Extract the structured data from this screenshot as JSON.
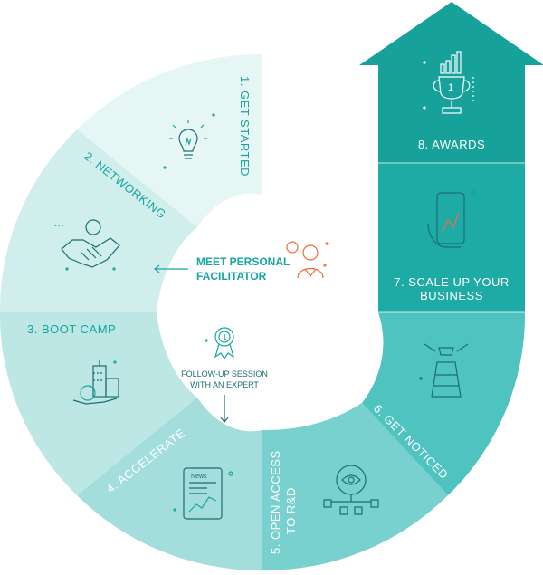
{
  "steps": [
    {
      "label": "1. GET STARTED",
      "icon": "lightbulb-icon"
    },
    {
      "label": "2. NETWORKING",
      "icon": "handshake-icon"
    },
    {
      "label": "3. BOOT CAMP",
      "icon": "city-money-icon"
    },
    {
      "label": "4. ACCELERATE",
      "icon": "news-tablet-icon"
    },
    {
      "label": "5. OPEN ACCESS",
      "label2": "TO R&D",
      "icon": "eye-network-icon"
    },
    {
      "label": "6. GET NOTICED",
      "icon": "lighthouse-icon"
    },
    {
      "label": "7. SCALE UP YOUR",
      "label2": "BUSINESS",
      "icon": "phone-growth-icon"
    },
    {
      "label": "8. AWARDS",
      "icon": "trophy-icon"
    }
  ],
  "center": {
    "facilitator_line1": "MEET PERSONAL",
    "facilitator_line2": "FACILITATOR",
    "followup_line1": "FOLLOW-UP SESSION",
    "followup_line2": "WITH AN EXPERT",
    "facilitator_icon": "person-chat-icon",
    "followup_icon": "rosette-icon"
  },
  "colors": {
    "seg1": "#e6f6f5",
    "seg2": "#cfeeec",
    "seg3": "#bde7e4",
    "seg4": "#a3dedc",
    "seg5": "#78d1ce",
    "seg6": "#4fc3bf",
    "seg7": "#1eaaa5",
    "seg8": "#17a19b",
    "text_dark": "#17a5a0",
    "text_light": "#ffffff",
    "accent": "#f26a3d",
    "line": "#1b6f73"
  }
}
